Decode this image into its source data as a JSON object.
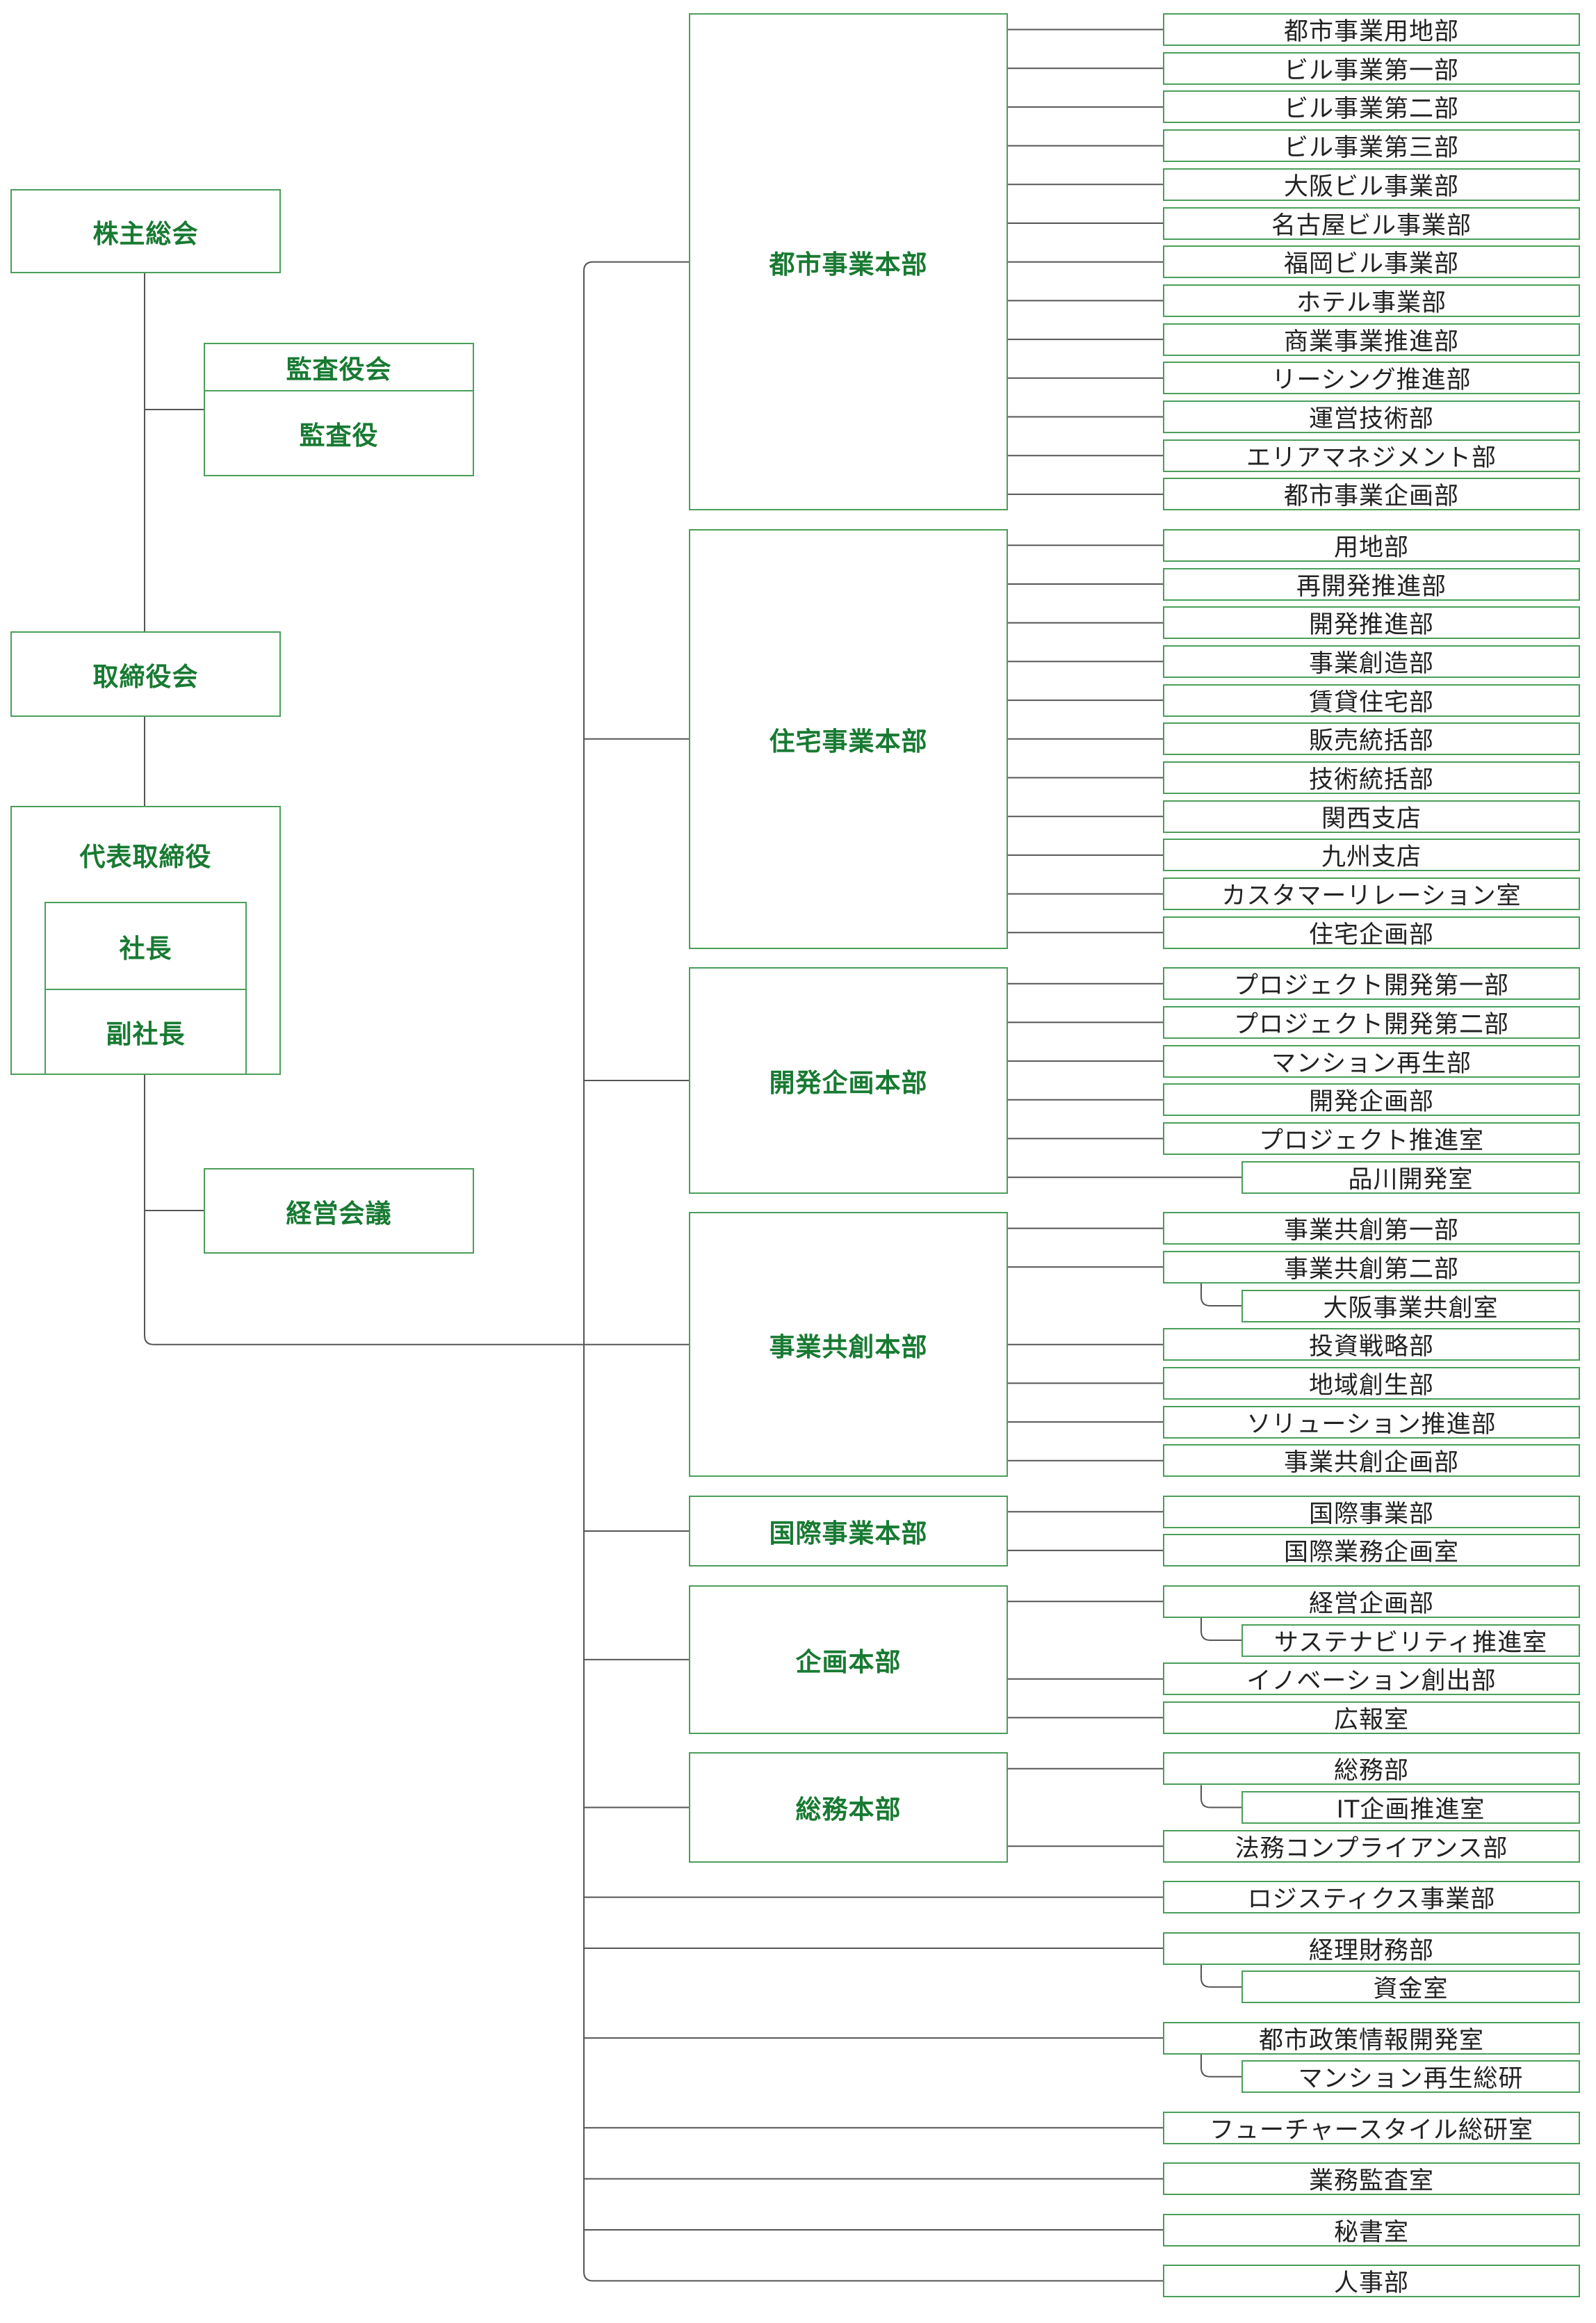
{
  "governance": {
    "shareholders_meeting": "株主総会",
    "audit_board": "監査役会",
    "auditors": "監査役",
    "board_of_directors": "取締役会",
    "representative_directors": "代表取締役",
    "president": "社長",
    "vice_president": "副社長",
    "management_council": "経営会議"
  },
  "divisions": [
    {
      "name": "都市事業本部",
      "units": [
        {
          "name": "都市事業用地部"
        },
        {
          "name": "ビル事業第一部"
        },
        {
          "name": "ビル事業第二部"
        },
        {
          "name": "ビル事業第三部"
        },
        {
          "name": "大阪ビル事業部"
        },
        {
          "name": "名古屋ビル事業部"
        },
        {
          "name": "福岡ビル事業部"
        },
        {
          "name": "ホテル事業部"
        },
        {
          "name": "商業事業推進部"
        },
        {
          "name": "リーシング推進部"
        },
        {
          "name": "運営技術部"
        },
        {
          "name": "エリアマネジメント部"
        },
        {
          "name": "都市事業企画部"
        }
      ]
    },
    {
      "name": "住宅事業本部",
      "units": [
        {
          "name": "用地部"
        },
        {
          "name": "再開発推進部"
        },
        {
          "name": "開発推進部"
        },
        {
          "name": "事業創造部"
        },
        {
          "name": "賃貸住宅部"
        },
        {
          "name": "販売統括部"
        },
        {
          "name": "技術統括部"
        },
        {
          "name": "関西支店"
        },
        {
          "name": "九州支店"
        },
        {
          "name": "カスタマーリレーション室"
        },
        {
          "name": "住宅企画部"
        }
      ]
    },
    {
      "name": "開発企画本部",
      "units": [
        {
          "name": "プロジェクト開発第一部"
        },
        {
          "name": "プロジェクト開発第二部"
        },
        {
          "name": "マンション再生部"
        },
        {
          "name": "開発企画部"
        },
        {
          "name": "プロジェクト推進室"
        },
        {
          "name": "品川開発室"
        }
      ]
    },
    {
      "name": "事業共創本部",
      "units": [
        {
          "name": "事業共創第一部"
        },
        {
          "name": "事業共創第二部",
          "children": [
            {
              "name": "大阪事業共創室"
            }
          ]
        },
        {
          "name": "投資戦略部"
        },
        {
          "name": "地域創生部"
        },
        {
          "name": "ソリューション推進部"
        },
        {
          "name": "事業共創企画部"
        }
      ]
    },
    {
      "name": "国際事業本部",
      "units": [
        {
          "name": "国際事業部"
        },
        {
          "name": "国際業務企画室"
        }
      ]
    },
    {
      "name": "企画本部",
      "units": [
        {
          "name": "経営企画部",
          "children": [
            {
              "name": "サステナビリティ推進室"
            }
          ]
        },
        {
          "name": "イノベーション創出部"
        },
        {
          "name": "広報室"
        }
      ]
    },
    {
      "name": "総務本部",
      "units": [
        {
          "name": "総務部",
          "children": [
            {
              "name": "IT企画推進室"
            }
          ]
        },
        {
          "name": "法務コンプライアンス部"
        }
      ]
    }
  ],
  "direct_units": [
    {
      "name": "ロジスティクス事業部"
    },
    {
      "name": "経理財務部",
      "children": [
        {
          "name": "資金室"
        }
      ]
    },
    {
      "name": "都市政策情報開発室",
      "children": [
        {
          "name": "マンション再生総研"
        }
      ]
    },
    {
      "name": "フューチャースタイル総研室"
    },
    {
      "name": "業務監査室"
    },
    {
      "name": "秘書室"
    },
    {
      "name": "人事部"
    }
  ],
  "colors": {
    "accent": "#187a32",
    "border": "#4a9f5a",
    "line": "#555555",
    "text": "#222222"
  }
}
